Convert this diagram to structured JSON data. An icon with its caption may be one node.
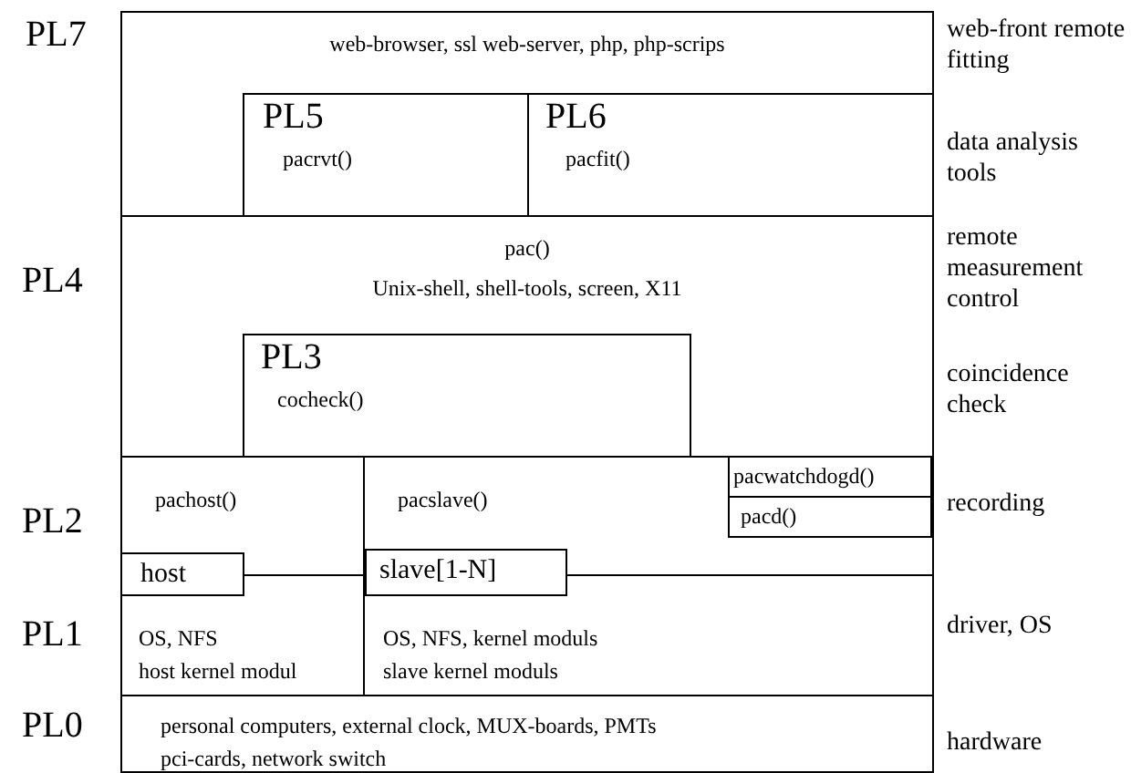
{
  "diagram": {
    "nodes": [
      {
        "text": [
          "PL7",
          "web-browser, ssl web-server, php, php-scrips"
        ]
      },
      {
        "text": [
          "PL5",
          "pacrvt()"
        ],
        "in": 0
      },
      {
        "text": [
          "PL6",
          "pacfit()"
        ],
        "in": 0
      },
      {
        "text": [
          "PL4",
          "pac()",
          "Unix-shell, shell-tools, screen, X11"
        ]
      },
      {
        "text": [
          "PL3",
          "cocheck()"
        ],
        "in": 3
      },
      {
        "text": [
          "PL2"
        ]
      },
      {
        "text": [
          "pachost()"
        ],
        "in": 5
      },
      {
        "text": [
          "pacslave()"
        ],
        "in": 5
      },
      {
        "text": [
          "pacwatchdogd()"
        ],
        "in": 7
      },
      {
        "text": [
          "pacd()"
        ],
        "in": 7
      },
      {
        "text": [
          "PL1"
        ]
      },
      {
        "text": [
          "host"
        ]
      },
      {
        "text": [
          "slave[1-N]"
        ]
      },
      {
        "text": [
          "OS, NFS",
          "host kernel modul"
        ],
        "in": 10
      },
      {
        "text": [
          "OS, NFS, kernel moduls",
          "slave kernel moduls"
        ],
        "in": 10
      },
      {
        "text": [
          "PL0",
          "personal computers, external clock, MUX-boards, PMTs",
          "pci-cards, network switch"
        ]
      }
    ],
    "labels": [
      "web-front remote fitting",
      "data analysis tools",
      "remote measurement control",
      "coincidence check",
      "recording",
      "driver, OS",
      "hardware"
    ]
  }
}
